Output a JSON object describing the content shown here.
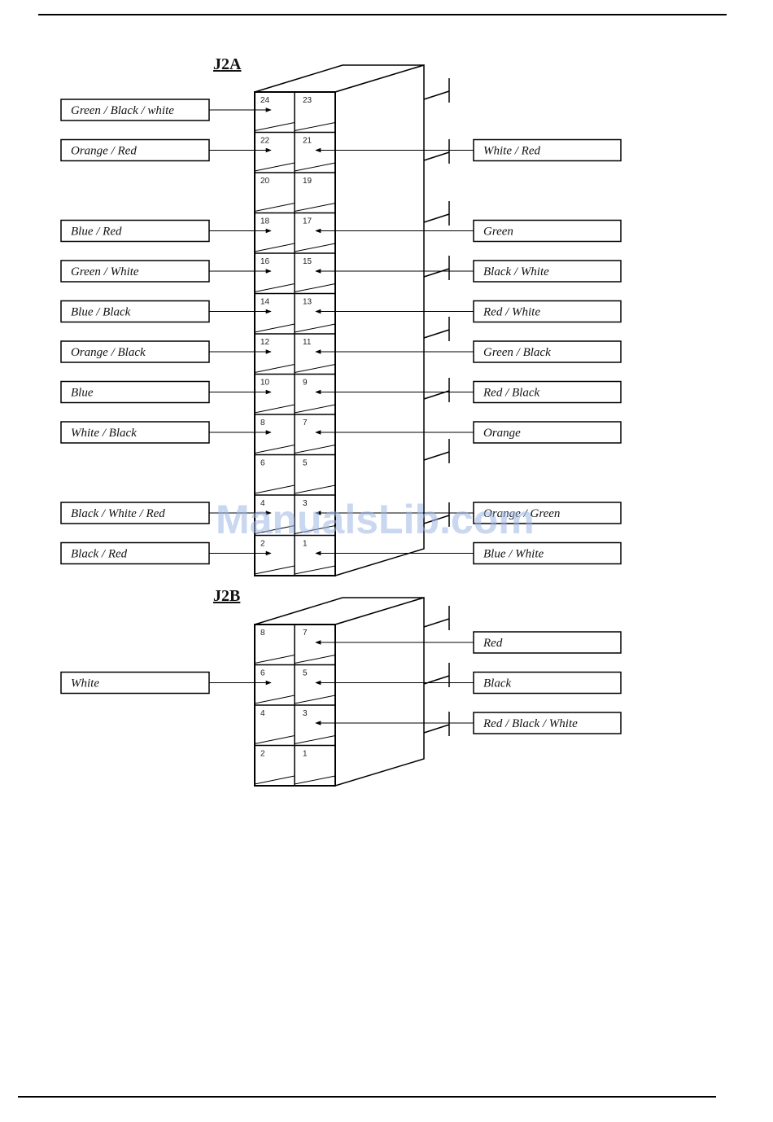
{
  "connectors": [
    {
      "id": "j2a",
      "title": "J2A",
      "pin_rows": [
        [
          "24",
          "23"
        ],
        [
          "22",
          "21"
        ],
        [
          "20",
          "19"
        ],
        [
          "18",
          "17"
        ],
        [
          "16",
          "15"
        ],
        [
          "14",
          "13"
        ],
        [
          "12",
          "11"
        ],
        [
          "10",
          "9"
        ],
        [
          "8",
          "7"
        ],
        [
          "6",
          "5"
        ],
        [
          "4",
          "3"
        ],
        [
          "2",
          "1"
        ]
      ],
      "left_wires": [
        {
          "pin": "24",
          "label": "Green / Black / white"
        },
        {
          "pin": "22",
          "label": "Orange / Red"
        },
        {
          "pin": "18",
          "label": "Blue / Red"
        },
        {
          "pin": "16",
          "label": "Green / White"
        },
        {
          "pin": "14",
          "label": "Blue / Black"
        },
        {
          "pin": "12",
          "label": "Orange / Black"
        },
        {
          "pin": "10",
          "label": "Blue"
        },
        {
          "pin": "8",
          "label": "White / Black"
        },
        {
          "pin": "4",
          "label": "Black / White / Red"
        },
        {
          "pin": "2",
          "label": "Black / Red"
        }
      ],
      "right_wires": [
        {
          "pin": "21",
          "label": "White / Red"
        },
        {
          "pin": "17",
          "label": "Green"
        },
        {
          "pin": "15",
          "label": "Black / White"
        },
        {
          "pin": "13",
          "label": "Red / White"
        },
        {
          "pin": "11",
          "label": "Green / Black"
        },
        {
          "pin": "9",
          "label": "Red / Black"
        },
        {
          "pin": "7",
          "label": "Orange"
        },
        {
          "pin": "3",
          "label": "Orange / Green"
        },
        {
          "pin": "1",
          "label": "Blue / White"
        }
      ]
    },
    {
      "id": "j2b",
      "title": "J2B",
      "pin_rows": [
        [
          "8",
          "7"
        ],
        [
          "6",
          "5"
        ],
        [
          "4",
          "3"
        ],
        [
          "2",
          "1"
        ]
      ],
      "left_wires": [
        {
          "pin": "6",
          "label": "White"
        }
      ],
      "right_wires": [
        {
          "pin": "7",
          "label": "Red"
        },
        {
          "pin": "5",
          "label": "Black"
        },
        {
          "pin": "3",
          "label": "Red / Black / White"
        }
      ]
    }
  ],
  "watermark": "ManualsLib.com"
}
